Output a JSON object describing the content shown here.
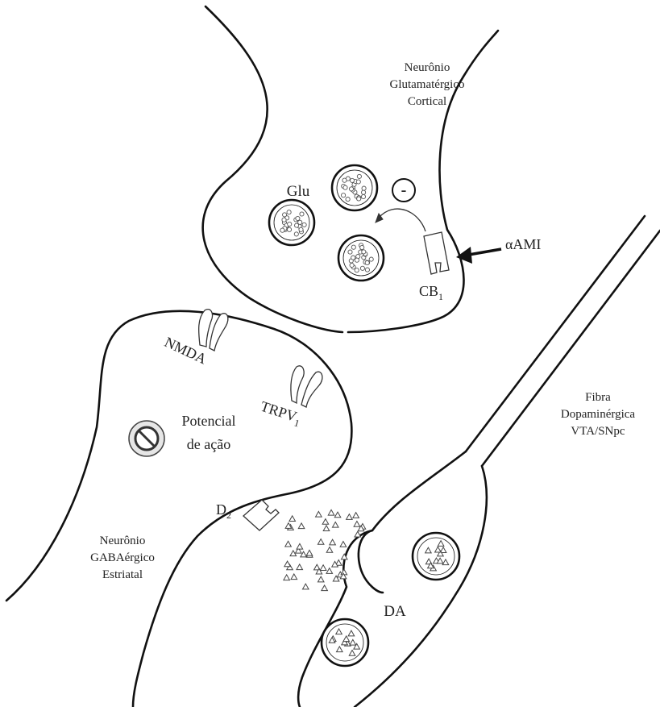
{
  "labels": {
    "cortical_neuron": [
      "Neurônio",
      "Glutamatérgico",
      "Cortical"
    ],
    "striatal_neuron": [
      "Neurônio",
      "GABAérgico",
      "Estriatal"
    ],
    "dopaminergic_fiber": [
      "Fibra",
      "Dopaminérgica",
      "VTA/SNpc"
    ],
    "glu": "Glu",
    "inhibition_sign": "-",
    "ligand": "αAMI",
    "cb1": {
      "main": "CB",
      "sub": "1"
    },
    "nmda": "NMDA",
    "trpv1": {
      "main": "TRPV",
      "sub": "1"
    },
    "action_potential": [
      "Potencial",
      "de ação"
    ],
    "d2": {
      "main": "D",
      "sub": "2"
    },
    "da": "DA"
  },
  "icons": {
    "blocked": "prohibition-icon",
    "arrow": "arrow-left-icon"
  },
  "colors": {
    "line": "#111111",
    "text": "#222222",
    "background": "#ffffff"
  }
}
